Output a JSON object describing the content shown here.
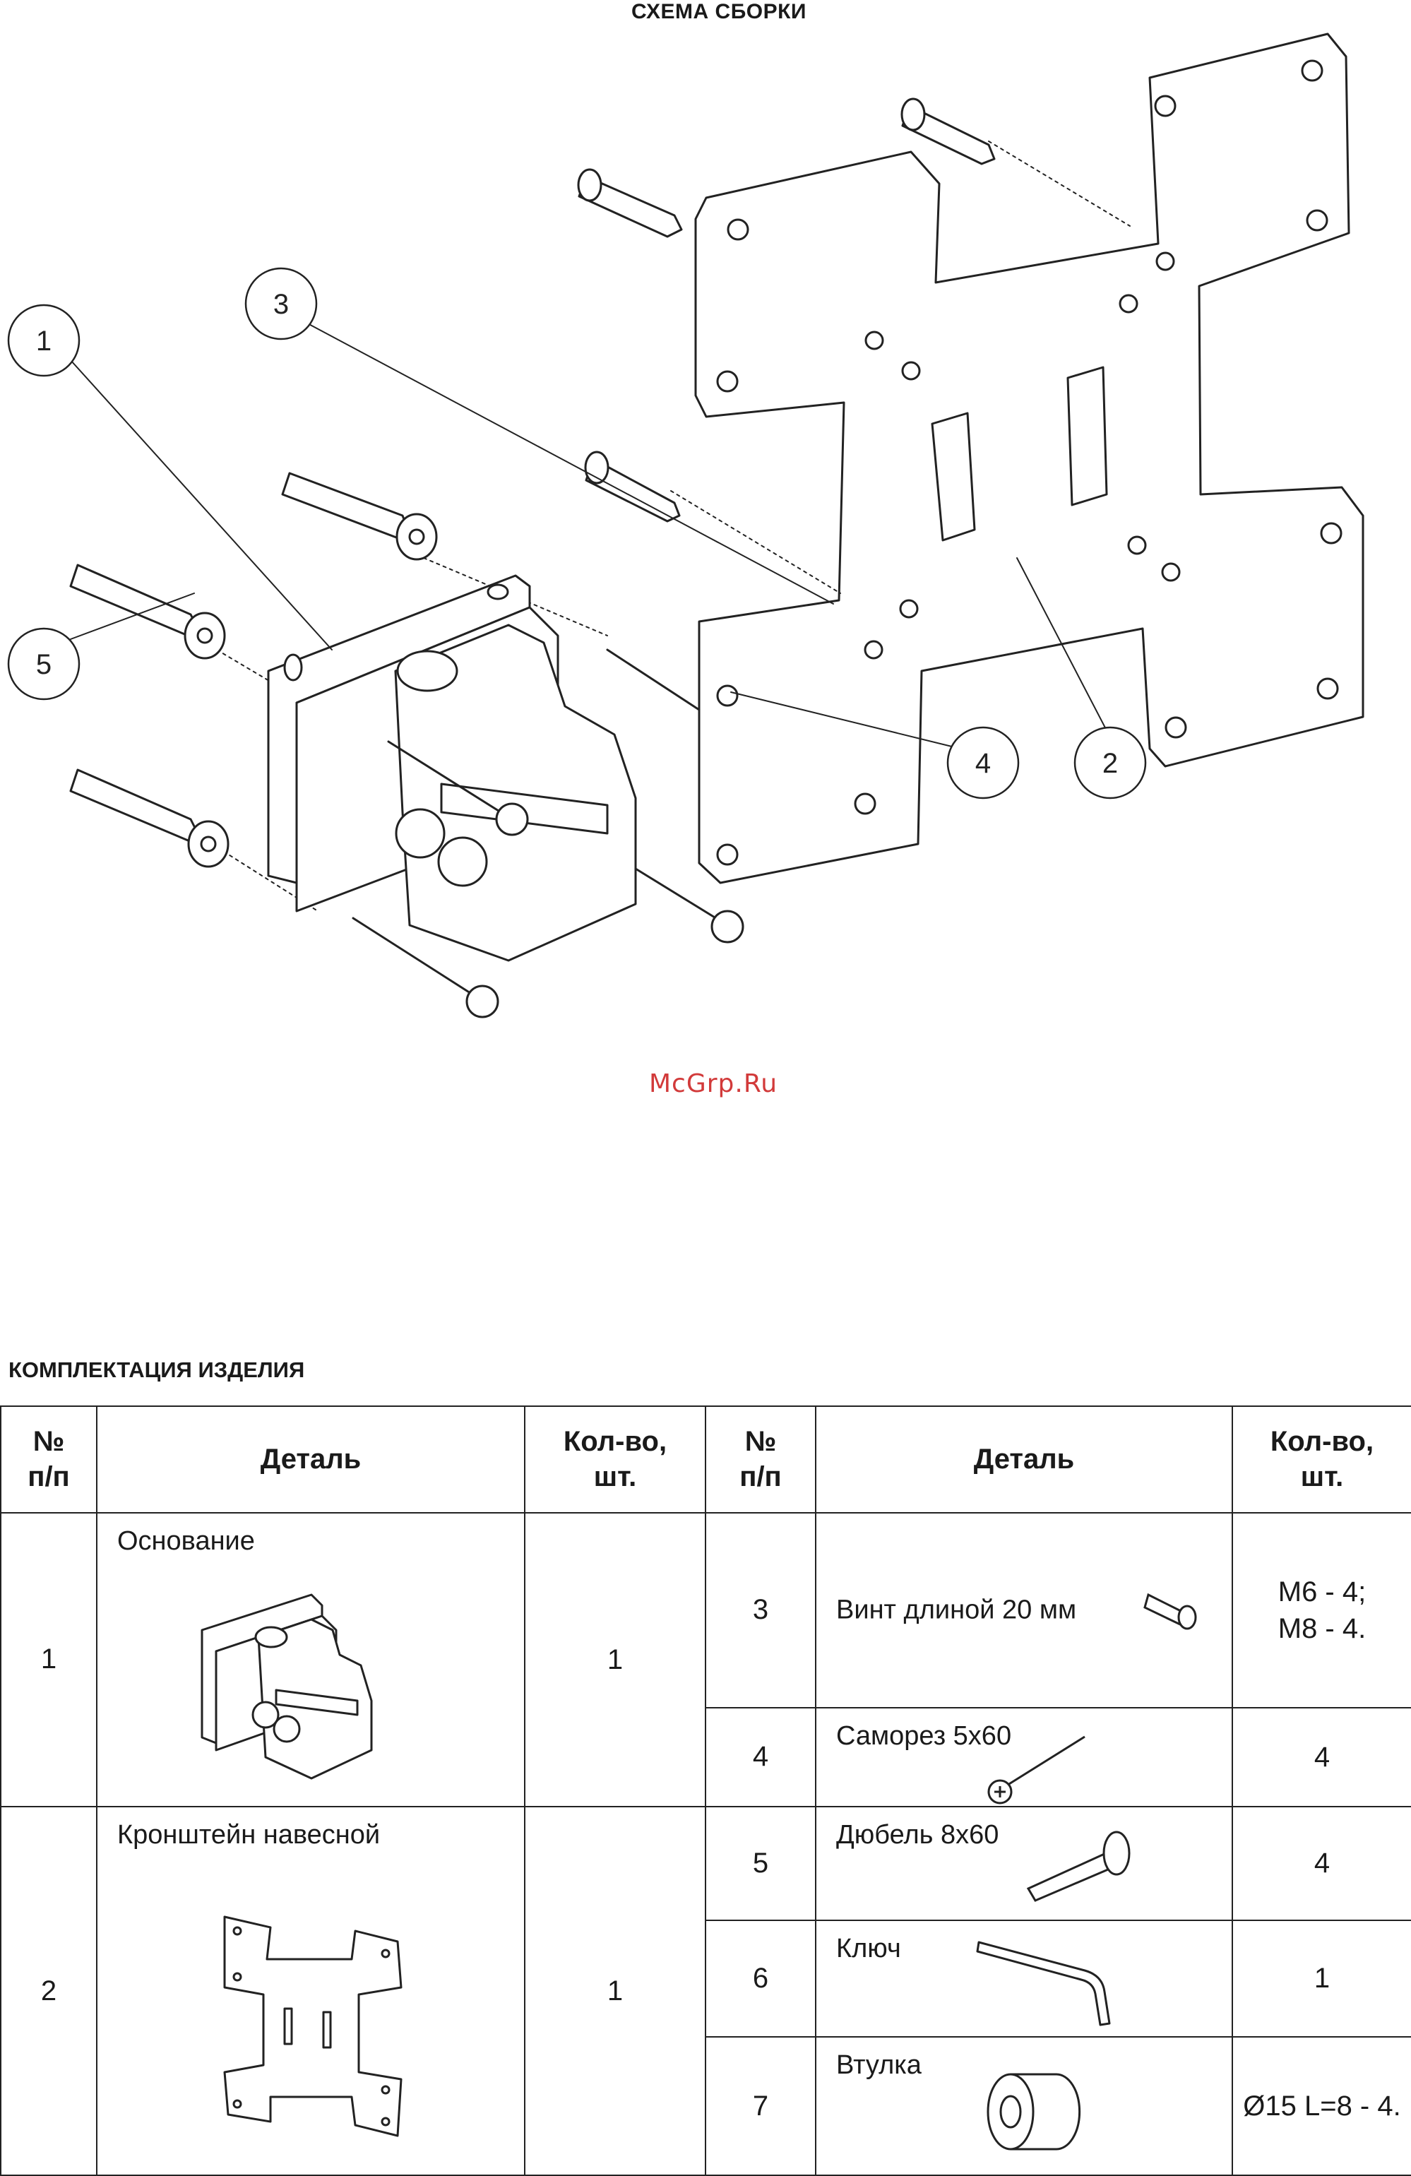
{
  "diagram": {
    "title": "СХЕМА СБОРКИ",
    "callouts": [
      "1",
      "2",
      "3",
      "4",
      "5"
    ]
  },
  "watermark": "McGrp.Ru",
  "kit": {
    "title": "КОМПЛЕКТАЦИЯ ИЗДЕЛИЯ",
    "headers": {
      "num": "№\nп/п",
      "part": "Деталь",
      "qty": "Кол-во,\nшт."
    },
    "rows": [
      {
        "num": "1",
        "name": "Основание",
        "qty": "1",
        "icon": "base-bracket-icon"
      },
      {
        "num": "2",
        "name": "Кронштейн навесной",
        "qty": "1",
        "icon": "hanging-plate-icon"
      },
      {
        "num": "3",
        "name": "Винт длиной 20 мм",
        "qty": "M6 - 4;\nM8 - 4.",
        "icon": "screw-icon"
      },
      {
        "num": "4",
        "name": "Саморез 5x60",
        "qty": "4",
        "icon": "self-tapping-screw-icon"
      },
      {
        "num": "5",
        "name": "Дюбель 8x60",
        "qty": "4",
        "icon": "wall-plug-icon"
      },
      {
        "num": "6",
        "name": "Ключ",
        "qty": "1",
        "icon": "hex-key-icon"
      },
      {
        "num": "7",
        "name": "Втулка",
        "qty": "Ø15 L=8 - 4.",
        "icon": "bushing-icon"
      }
    ]
  }
}
